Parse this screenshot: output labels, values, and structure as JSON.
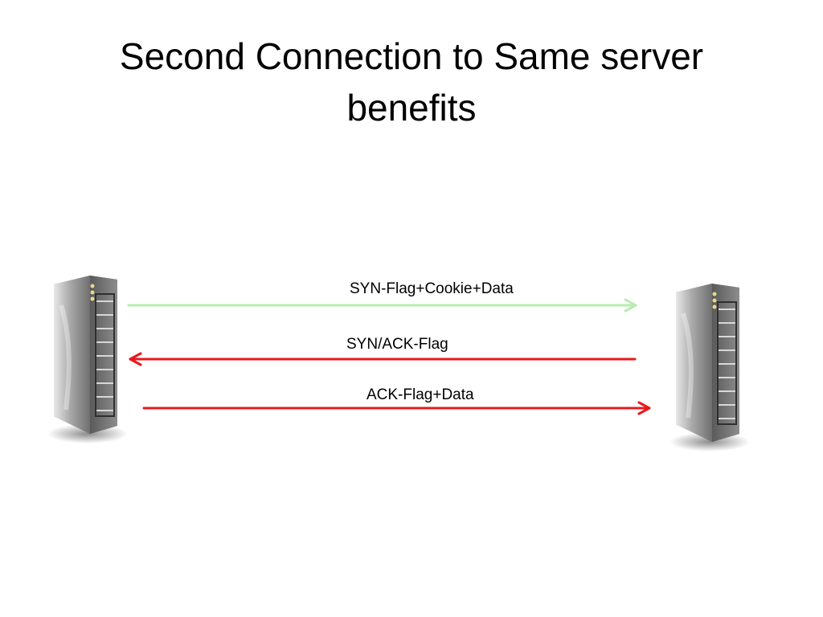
{
  "slide": {
    "title_line1": "Second Connection to Same server",
    "title_line2": "benefits"
  },
  "diagram": {
    "nodes": [
      {
        "id": "left-server",
        "icon": "server-icon"
      },
      {
        "id": "right-server",
        "icon": "server-icon"
      }
    ],
    "messages": [
      {
        "label": "SYN-Flag+Cookie+Data",
        "direction": "left-to-right",
        "color": "#b8ecb0"
      },
      {
        "label": "SYN/ACK-Flag",
        "direction": "right-to-left",
        "color": "#e8191c"
      },
      {
        "label": "ACK-Flag+Data",
        "direction": "left-to-right",
        "color": "#e8191c"
      }
    ]
  }
}
